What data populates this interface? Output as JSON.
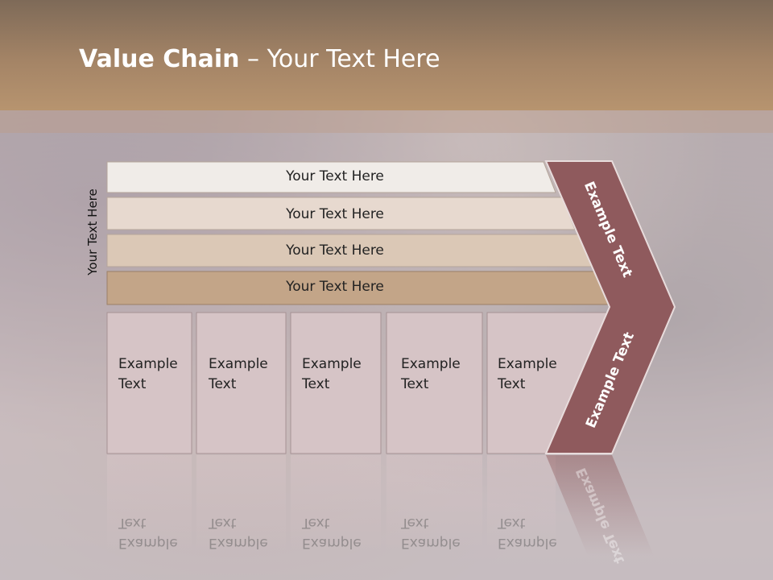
{
  "slide": {
    "title_bold": "Value Chain",
    "title_rest": " – Your Text Here",
    "side_label": "Your Text Here"
  },
  "rows": [
    {
      "label": "Your Text Here",
      "color": "#f0ece8"
    },
    {
      "label": "Your Text Here",
      "color": "#e7d9cf"
    },
    {
      "label": "Your Text Here",
      "color": "#dbc8b6"
    },
    {
      "label": "Your Text Here",
      "color": "#c3a588"
    }
  ],
  "boxes": [
    {
      "line1": "Example",
      "line2": "Text"
    },
    {
      "line1": "Example",
      "line2": "Text"
    },
    {
      "line1": "Example",
      "line2": "Text"
    },
    {
      "line1": "Example",
      "line2": "Text"
    },
    {
      "line1": "Example",
      "line2": "Text"
    }
  ],
  "chevron": {
    "upper_label": "Example Text",
    "lower_label": "Example Text",
    "color": "#8f5a5d"
  },
  "box_color": "#d6c4c6"
}
